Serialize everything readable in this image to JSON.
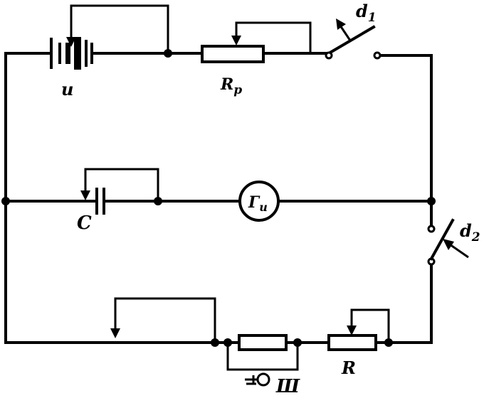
{
  "labels": {
    "battery": "u",
    "rheostat": "R",
    "rheostat_sub": "p",
    "switch1": "d",
    "switch1_sub": "1",
    "capacitor": "C",
    "galvanometer": "Г",
    "galvanometer_sub": "u",
    "switch2": "d",
    "switch2_sub": "2",
    "resistor": "R",
    "shunt": "Ш"
  }
}
